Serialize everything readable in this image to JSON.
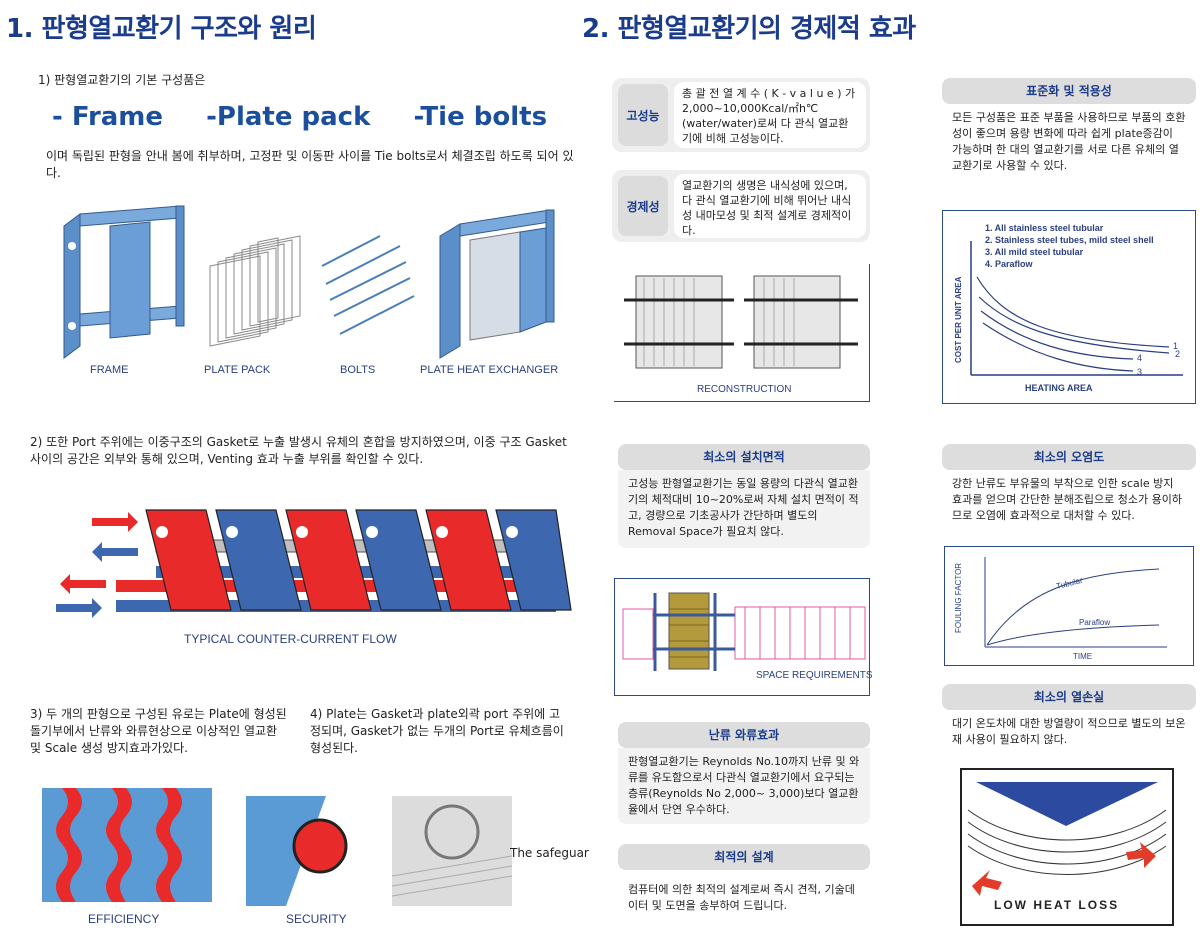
{
  "left": {
    "title": "1. 판형열교환기 구조와 원리",
    "intro": "1) 판형열교환기의 기본 구성품은",
    "components": [
      "- Frame",
      "-Plate pack",
      "-Tie bolts"
    ],
    "desc": "이며 독립된 판형을 안내 봄에 취부하며, 고정판 및 이동판 사이를 Tie bolts로서 체결조립 하도록 되어 있다.",
    "fig1_captions": [
      "FRAME",
      "PLATE PACK",
      "BOLTS",
      "PLATE HEAT EXCHANGER"
    ],
    "p2": "2) 또한 Port 주위에는 이중구조의 Gasket로 누출 발생시 유체의 혼합을 방지하였으며, 이중 구조 Gasket사이의 공간은 외부와 통해 있으며, Venting 효과 누출 부위를 확인할 수 있다.",
    "flow_caption": "TYPICAL COUNTER-CURRENT FLOW",
    "p3": "3) 두 개의 판형으로 구성된 유로는 Plate에 형성된 돌기부에서 난류와 와류현상으로 이상적인 열교환 및 Scale 생성 방지효과가있다.",
    "p4": "4) Plate는 Gasket과 plate외곽 port 주위에 고정되며, Gasket가 없는 두개의 Port로 유체흐름이 형성된다.",
    "fig3_captions": [
      "EFFICIENCY",
      "SECURITY"
    ],
    "safeguard_label": "The safeguar"
  },
  "right": {
    "title": "2. 판형열교환기의 경제적 효과",
    "callouts": [
      {
        "tag": "고성능",
        "text": "총 괄 전 열 계 수 ( K - v a l u e ) 가 2,000~10,000Kcal/㎡h℃(water/water)로써 다 관식 열교환기에 비해 고성능이다."
      },
      {
        "tag": "경제성",
        "text": "열교환기의 생명은 내식성에 있으며, 다 관식 열교환기에 비해 뛰어난 내식성 내마모성 및 최적 설계로 경제적이다."
      }
    ],
    "reconstruction_caption": "RECONSTRUCTION",
    "install": {
      "title": "최소의 설치면적",
      "text": "고성능 판형열교환기는 동일 용량의 다관식 열교환기의 체적대비 10~20%로써 자체 설치 면적이 적고, 경량으로 기초공사가 간단하며 별도의 Removal Space가 필요치 않다."
    },
    "space_caption": "SPACE REQUIREMENTS",
    "turbulence": {
      "title": "난류 와류효과",
      "text": "판형열교환기는 Reynolds No.10까지 난류 및 와류를 유도함으로서 다관식 열교환기에서 요구되는 층류(Reynolds No 2,000~ 3,000)보다 열교환율에서 단연 우수하다."
    },
    "design": {
      "title": "최적의 설계",
      "text": "컴퓨터에 의한 최적의 설계로써 즉시 견적, 기술데이터 및 도면을 송부하여 드립니다."
    },
    "standard": {
      "title": "표준화 및 적용성",
      "text": "모든 구성품은 표준 부품을 사용하므로 부품의 호환성이 좋으며 용량 변화에 따라 쉽게 plate증감이 가능하며 한 대의 열교환기를 서로 다른 유체의 열교환기로 사용할 수 있다."
    },
    "cost_chart": {
      "legend": [
        "1. All stainless steel tubular",
        "2. Stainless steel tubes, mild steel shell",
        "3. All mild steel tubular",
        "4. Paraflow"
      ],
      "ylabel": "COST PER UNIT AREA",
      "xlabel": "HEATING AREA",
      "line_labels": [
        "1",
        "2",
        "4",
        "3"
      ]
    },
    "fouling": {
      "title": "최소의 오염도",
      "text": "강한 난류도 부유물의 부착으로 인한 scale 방지 효과를 얻으며 간단한 분해조립으로 청소가 용이하므로 오염에 효과적으로 대처할 수 있다."
    },
    "fouling_chart": {
      "ylabel": "FOULING FACTOR",
      "xlabel": "TIME",
      "series": [
        "Tubular",
        "Paraflow"
      ]
    },
    "heatloss": {
      "title": "최소의 열손실",
      "text": "대기 온도차에 대한 방열량이 적으므로 별도의 보온재 사용이 필요하지 않다."
    },
    "heatloss_caption": "LOW HEAT LOSS"
  }
}
